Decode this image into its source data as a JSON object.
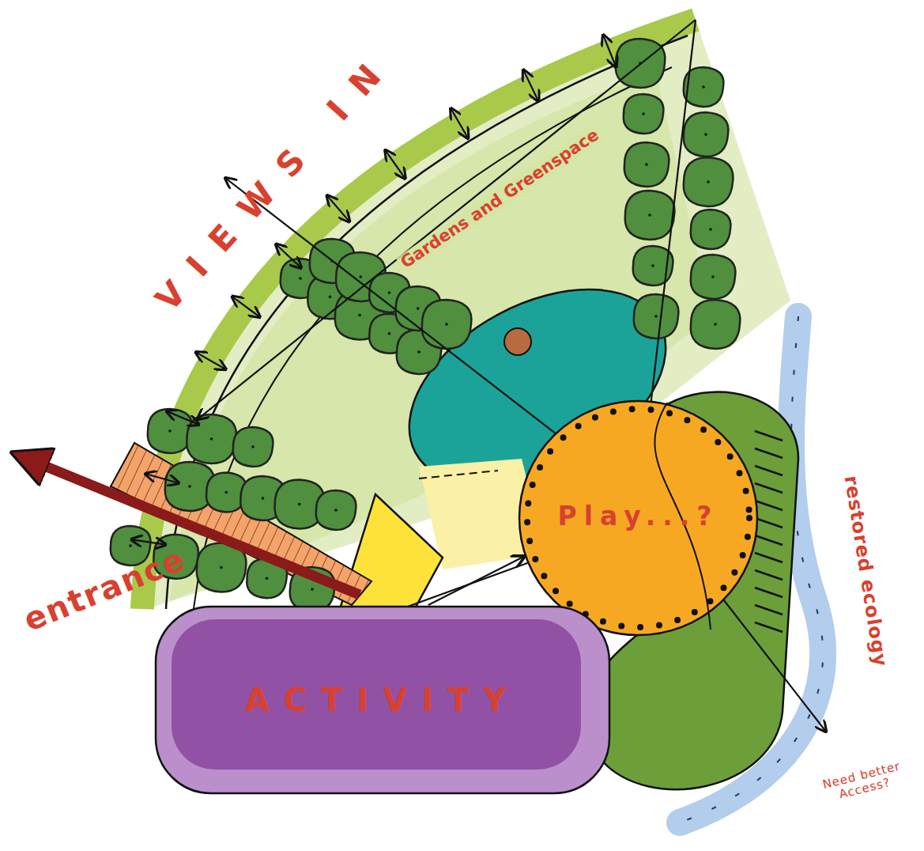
{
  "diagram": {
    "nodes": [
      {
        "text": [
          "Play...?"
        ]
      },
      {
        "text": [
          "ACTIVITY"
        ]
      }
    ],
    "edges": [
      {
        "from": 1,
        "to": 0,
        "arrow": "to"
      }
    ],
    "labels": [
      "VIEWS IN",
      "Gardens and Greenspace",
      "entrance",
      "restored ecology",
      "Need better Access?"
    ]
  }
}
